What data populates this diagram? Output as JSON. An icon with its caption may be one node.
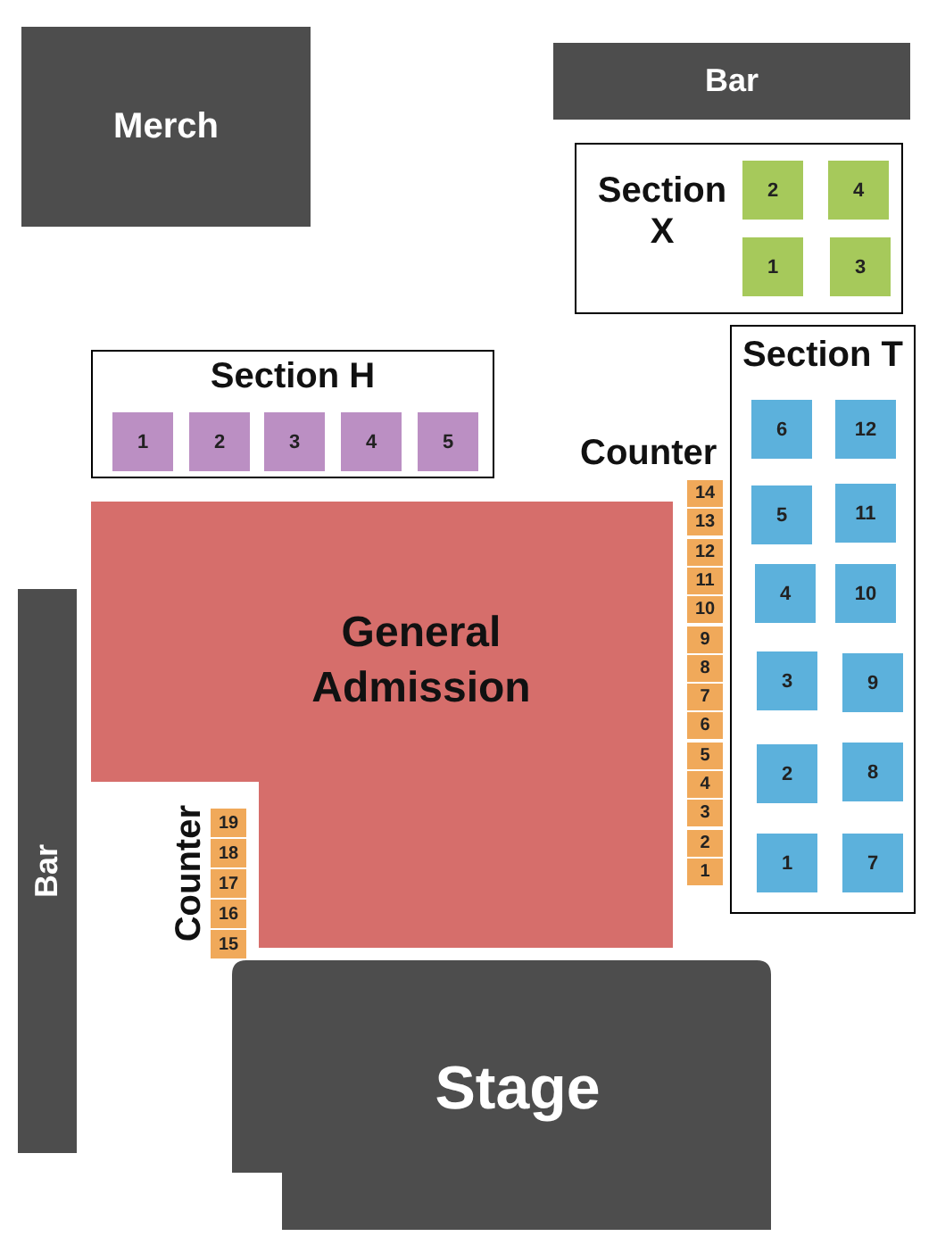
{
  "diagram": {
    "nodes": [
      {
        "text": [
          "Merch"
        ]
      },
      {
        "text": [
          "Bar"
        ]
      },
      {
        "text": [
          "Section X"
        ]
      },
      {
        "text": [
          "2"
        ],
        "in": 2
      },
      {
        "text": [
          "4"
        ],
        "in": 2
      },
      {
        "text": [
          "1"
        ],
        "in": 2
      },
      {
        "text": [
          "3"
        ],
        "in": 2
      },
      {
        "text": [
          "Section H"
        ]
      },
      {
        "text": [
          "1"
        ],
        "in": 7
      },
      {
        "text": [
          "2"
        ],
        "in": 7
      },
      {
        "text": [
          "3"
        ],
        "in": 7
      },
      {
        "text": [
          "4"
        ],
        "in": 7
      },
      {
        "text": [
          "5"
        ],
        "in": 7
      },
      {
        "text": [
          "Section T"
        ]
      },
      {
        "text": [
          "6"
        ],
        "in": 13
      },
      {
        "text": [
          "12"
        ],
        "in": 13
      },
      {
        "text": [
          "5"
        ],
        "in": 13
      },
      {
        "text": [
          "11"
        ],
        "in": 13
      },
      {
        "text": [
          "4"
        ],
        "in": 13
      },
      {
        "text": [
          "10"
        ],
        "in": 13
      },
      {
        "text": [
          "3"
        ],
        "in": 13
      },
      {
        "text": [
          "9"
        ],
        "in": 13
      },
      {
        "text": [
          "2"
        ],
        "in": 13
      },
      {
        "text": [
          "8"
        ],
        "in": 13
      },
      {
        "text": [
          "1"
        ],
        "in": 13
      },
      {
        "text": [
          "7"
        ],
        "in": 13
      },
      {
        "text": [
          "14"
        ]
      },
      {
        "text": [
          "13"
        ]
      },
      {
        "text": [
          "12"
        ]
      },
      {
        "text": [
          "11"
        ]
      },
      {
        "text": [
          "10"
        ]
      },
      {
        "text": [
          "9"
        ]
      },
      {
        "text": [
          "8"
        ]
      },
      {
        "text": [
          "7"
        ]
      },
      {
        "text": [
          "6"
        ]
      },
      {
        "text": [
          "5"
        ]
      },
      {
        "text": [
          "4"
        ]
      },
      {
        "text": [
          "3"
        ]
      },
      {
        "text": [
          "2"
        ]
      },
      {
        "text": [
          "1"
        ]
      },
      {
        "text": [
          "General Admission"
        ]
      },
      {
        "text": [
          "Bar"
        ]
      },
      {
        "text": [
          "19"
        ]
      },
      {
        "text": [
          "18"
        ]
      },
      {
        "text": [
          "17"
        ]
      },
      {
        "text": [
          "16"
        ]
      },
      {
        "text": [
          "15"
        ]
      },
      {
        "text": [
          "Stage"
        ]
      }
    ],
    "labels": [
      "Counter",
      "Counter"
    ]
  }
}
